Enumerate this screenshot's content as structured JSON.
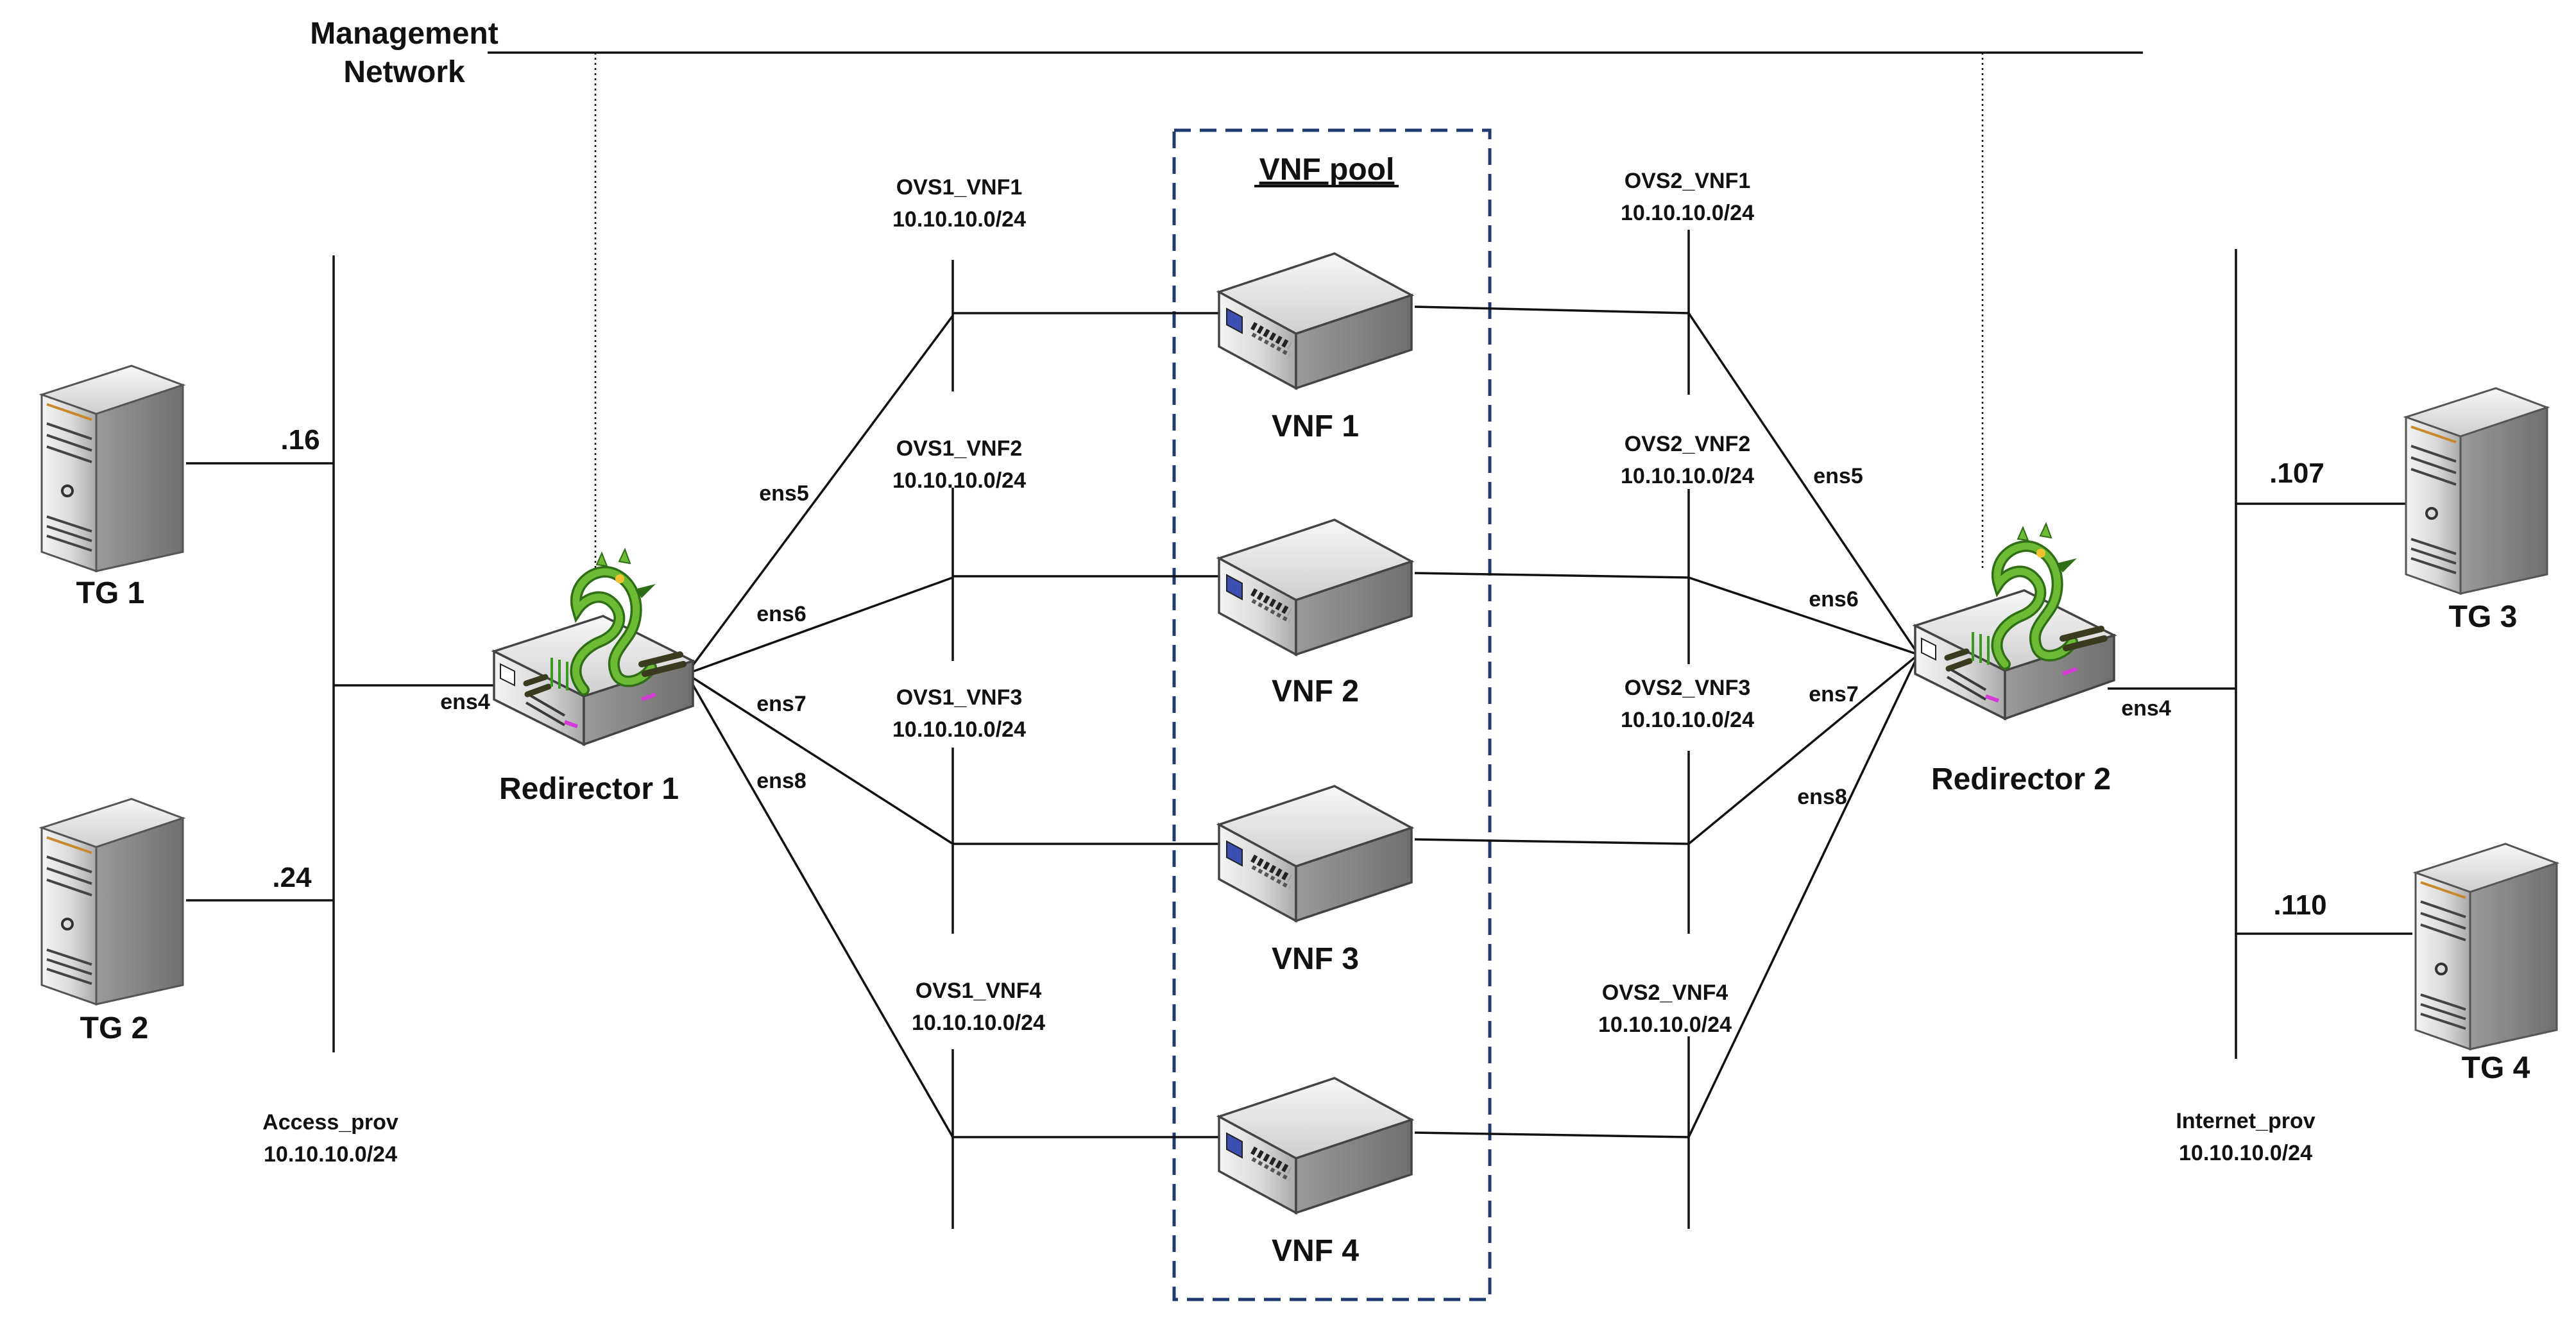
{
  "management": {
    "line1": "Management",
    "line2": "Network"
  },
  "pool": {
    "title": "VNF pool"
  },
  "tg": [
    {
      "name": "TG 1",
      "ip": ".16"
    },
    {
      "name": "TG 2",
      "ip": ".24"
    },
    {
      "name": "TG 3",
      "ip": ".107"
    },
    {
      "name": "TG 4",
      "ip": ".110"
    }
  ],
  "redirectors": [
    {
      "name": "Redirector 1",
      "uplink": "ens4",
      "ports": [
        "ens5",
        "ens6",
        "ens7",
        "ens8"
      ]
    },
    {
      "name": "Redirector 2",
      "uplink": "ens4",
      "ports": [
        "ens5",
        "ens6",
        "ens7",
        "ens8"
      ]
    }
  ],
  "vnfs": [
    "VNF 1",
    "VNF 2",
    "VNF 3",
    "VNF 4"
  ],
  "ovs1": [
    {
      "name": "OVS1_VNF1",
      "subnet": "10.10.10.0/24"
    },
    {
      "name": "OVS1_VNF2",
      "subnet": "10.10.10.0/24"
    },
    {
      "name": "OVS1_VNF3",
      "subnet": "10.10.10.0/24"
    },
    {
      "name": "OVS1_VNF4",
      "subnet": "10.10.10.0/24"
    }
  ],
  "ovs2": [
    {
      "name": "OVS2_VNF1",
      "subnet": "10.10.10.0/24"
    },
    {
      "name": "OVS2_VNF2",
      "subnet": "10.10.10.0/24"
    },
    {
      "name": "OVS2_VNF3",
      "subnet": "10.10.10.0/24"
    },
    {
      "name": "OVS2_VNF4",
      "subnet": "10.10.10.0/24"
    }
  ],
  "access_net": {
    "name": "Access_prov",
    "subnet": "10.10.10.0/24"
  },
  "internet_net": {
    "name": "Internet_prov",
    "subnet": "10.10.10.0/24"
  },
  "colors": {
    "line": "#111111",
    "pool_border": "#1f3a6e",
    "dragon": "#5fae2e",
    "accent": "#d63bd6"
  },
  "icons": {
    "server": "server-tower-icon",
    "switch": "network-switch-icon",
    "router": "dragon-router-icon"
  }
}
